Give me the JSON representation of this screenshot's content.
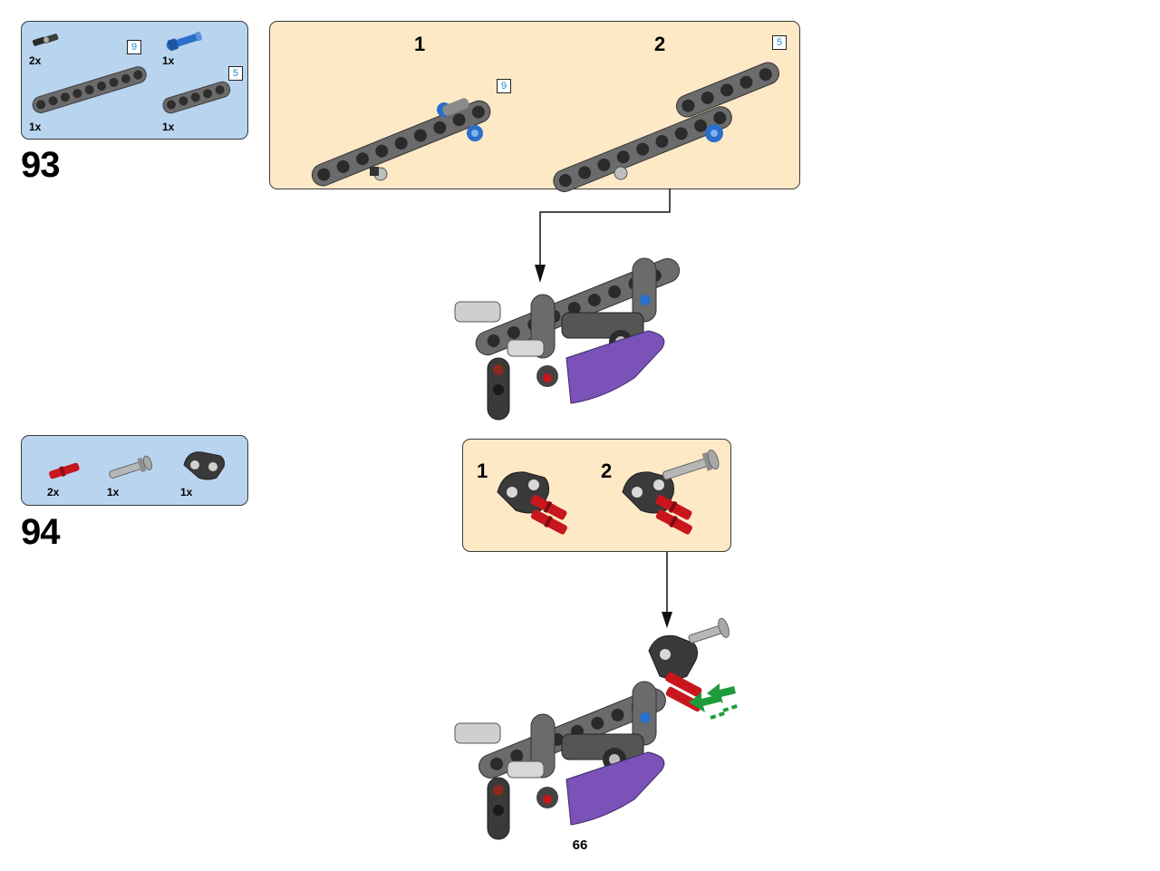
{
  "step93": {
    "number": "93",
    "parts": [
      {
        "qty": "2x",
        "name": "axle-pin-black-icon"
      },
      {
        "qty": "1x",
        "name": "blue-axle-pin-icon"
      },
      {
        "qty": "1x",
        "name": "beam-9-icon"
      },
      {
        "qty": "1x",
        "name": "beam-5-icon"
      }
    ],
    "tags": {
      "beam9": "9",
      "beam5": "5",
      "sub1_beam9": "9",
      "sub2_beam5": "5"
    },
    "substeps": [
      {
        "label": "1"
      },
      {
        "label": "2"
      }
    ]
  },
  "step94": {
    "number": "94",
    "parts": [
      {
        "qty": "2x",
        "name": "red-axle-pin-icon"
      },
      {
        "qty": "1x",
        "name": "grey-pin-icon"
      },
      {
        "qty": "1x",
        "name": "connector-icon"
      }
    ],
    "substeps": [
      {
        "label": "1"
      },
      {
        "label": "2"
      }
    ]
  },
  "page": {
    "number": "66"
  },
  "colors": {
    "parts_box": "#b9d4ef",
    "subassembly_box": "#fde9c6",
    "beam_grey": "#6b6b6b",
    "pin_blue": "#2a6fc9",
    "pin_red": "#c8161d",
    "panel_purple": "#7a52b8",
    "arrow_green": "#1f9a3c",
    "tag_text": "#1a8fcf"
  }
}
